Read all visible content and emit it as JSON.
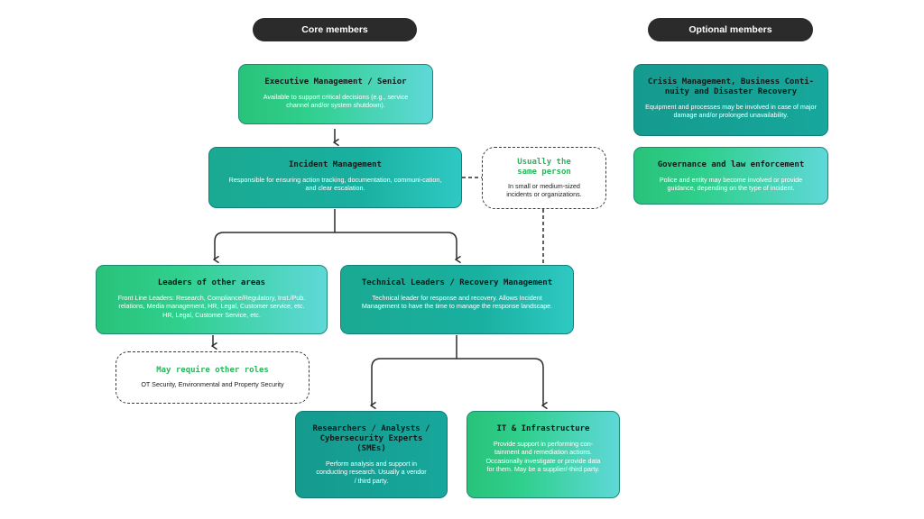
{
  "headers": {
    "core": "Core members",
    "optional": "Optional members"
  },
  "core": {
    "executive": {
      "title": "Executive Management / Senior",
      "desc": "Available to support critical decisions (e.g., service channel and/or system shutdown)."
    },
    "incident": {
      "title": "Incident Management",
      "desc": "Responsible for ensuring action tracking, documentation, communi-cation, and clear escalation."
    },
    "same_person": {
      "title": "Usually the same person",
      "desc": "In small or medium-sized incidents or organizations."
    },
    "leaders": {
      "title": "Leaders of other areas",
      "desc": "Front Line Leaders: Research, Compliance/Regulatory, Inst./Pub. relations, Media management, HR, Legal, Customer service, etc. HR, Legal, Customer Service, etc."
    },
    "technical": {
      "title": "Technical Leaders / Recovery Management",
      "desc": "Technical leader for response and recovery. Allows Incident Management to have the time to manage the response landscape."
    },
    "other_roles": {
      "title": "May require other roles",
      "desc": "OT Security, Environmental and Property Security"
    },
    "researchers": {
      "title": "Researchers / Analysts / Cybersecurity Experts (SMEs)",
      "desc": "Perform analysis and support in conducting research. Usually a vendor / third party."
    },
    "it": {
      "title": "IT & Infrastructure",
      "desc": "Provide support in performing con-tainment and remediation actions. Occasionally investigate or provide data for them. May be a supplier/-third party."
    }
  },
  "optional": {
    "crisis": {
      "title": "Crisis Management, Business Conti-nuity and Disaster Recovery",
      "desc": "Equipment and processes may be involved in case of major damage and/or prolonged unavailability."
    },
    "governance": {
      "title": "Governance and law enforcement",
      "desc": "Police and entity may become involved or provide guidance, depending on the type of incident."
    }
  },
  "colors": {
    "green": "#2cb35c",
    "teal": "#17a79c",
    "dark": "#2b2b2b"
  }
}
